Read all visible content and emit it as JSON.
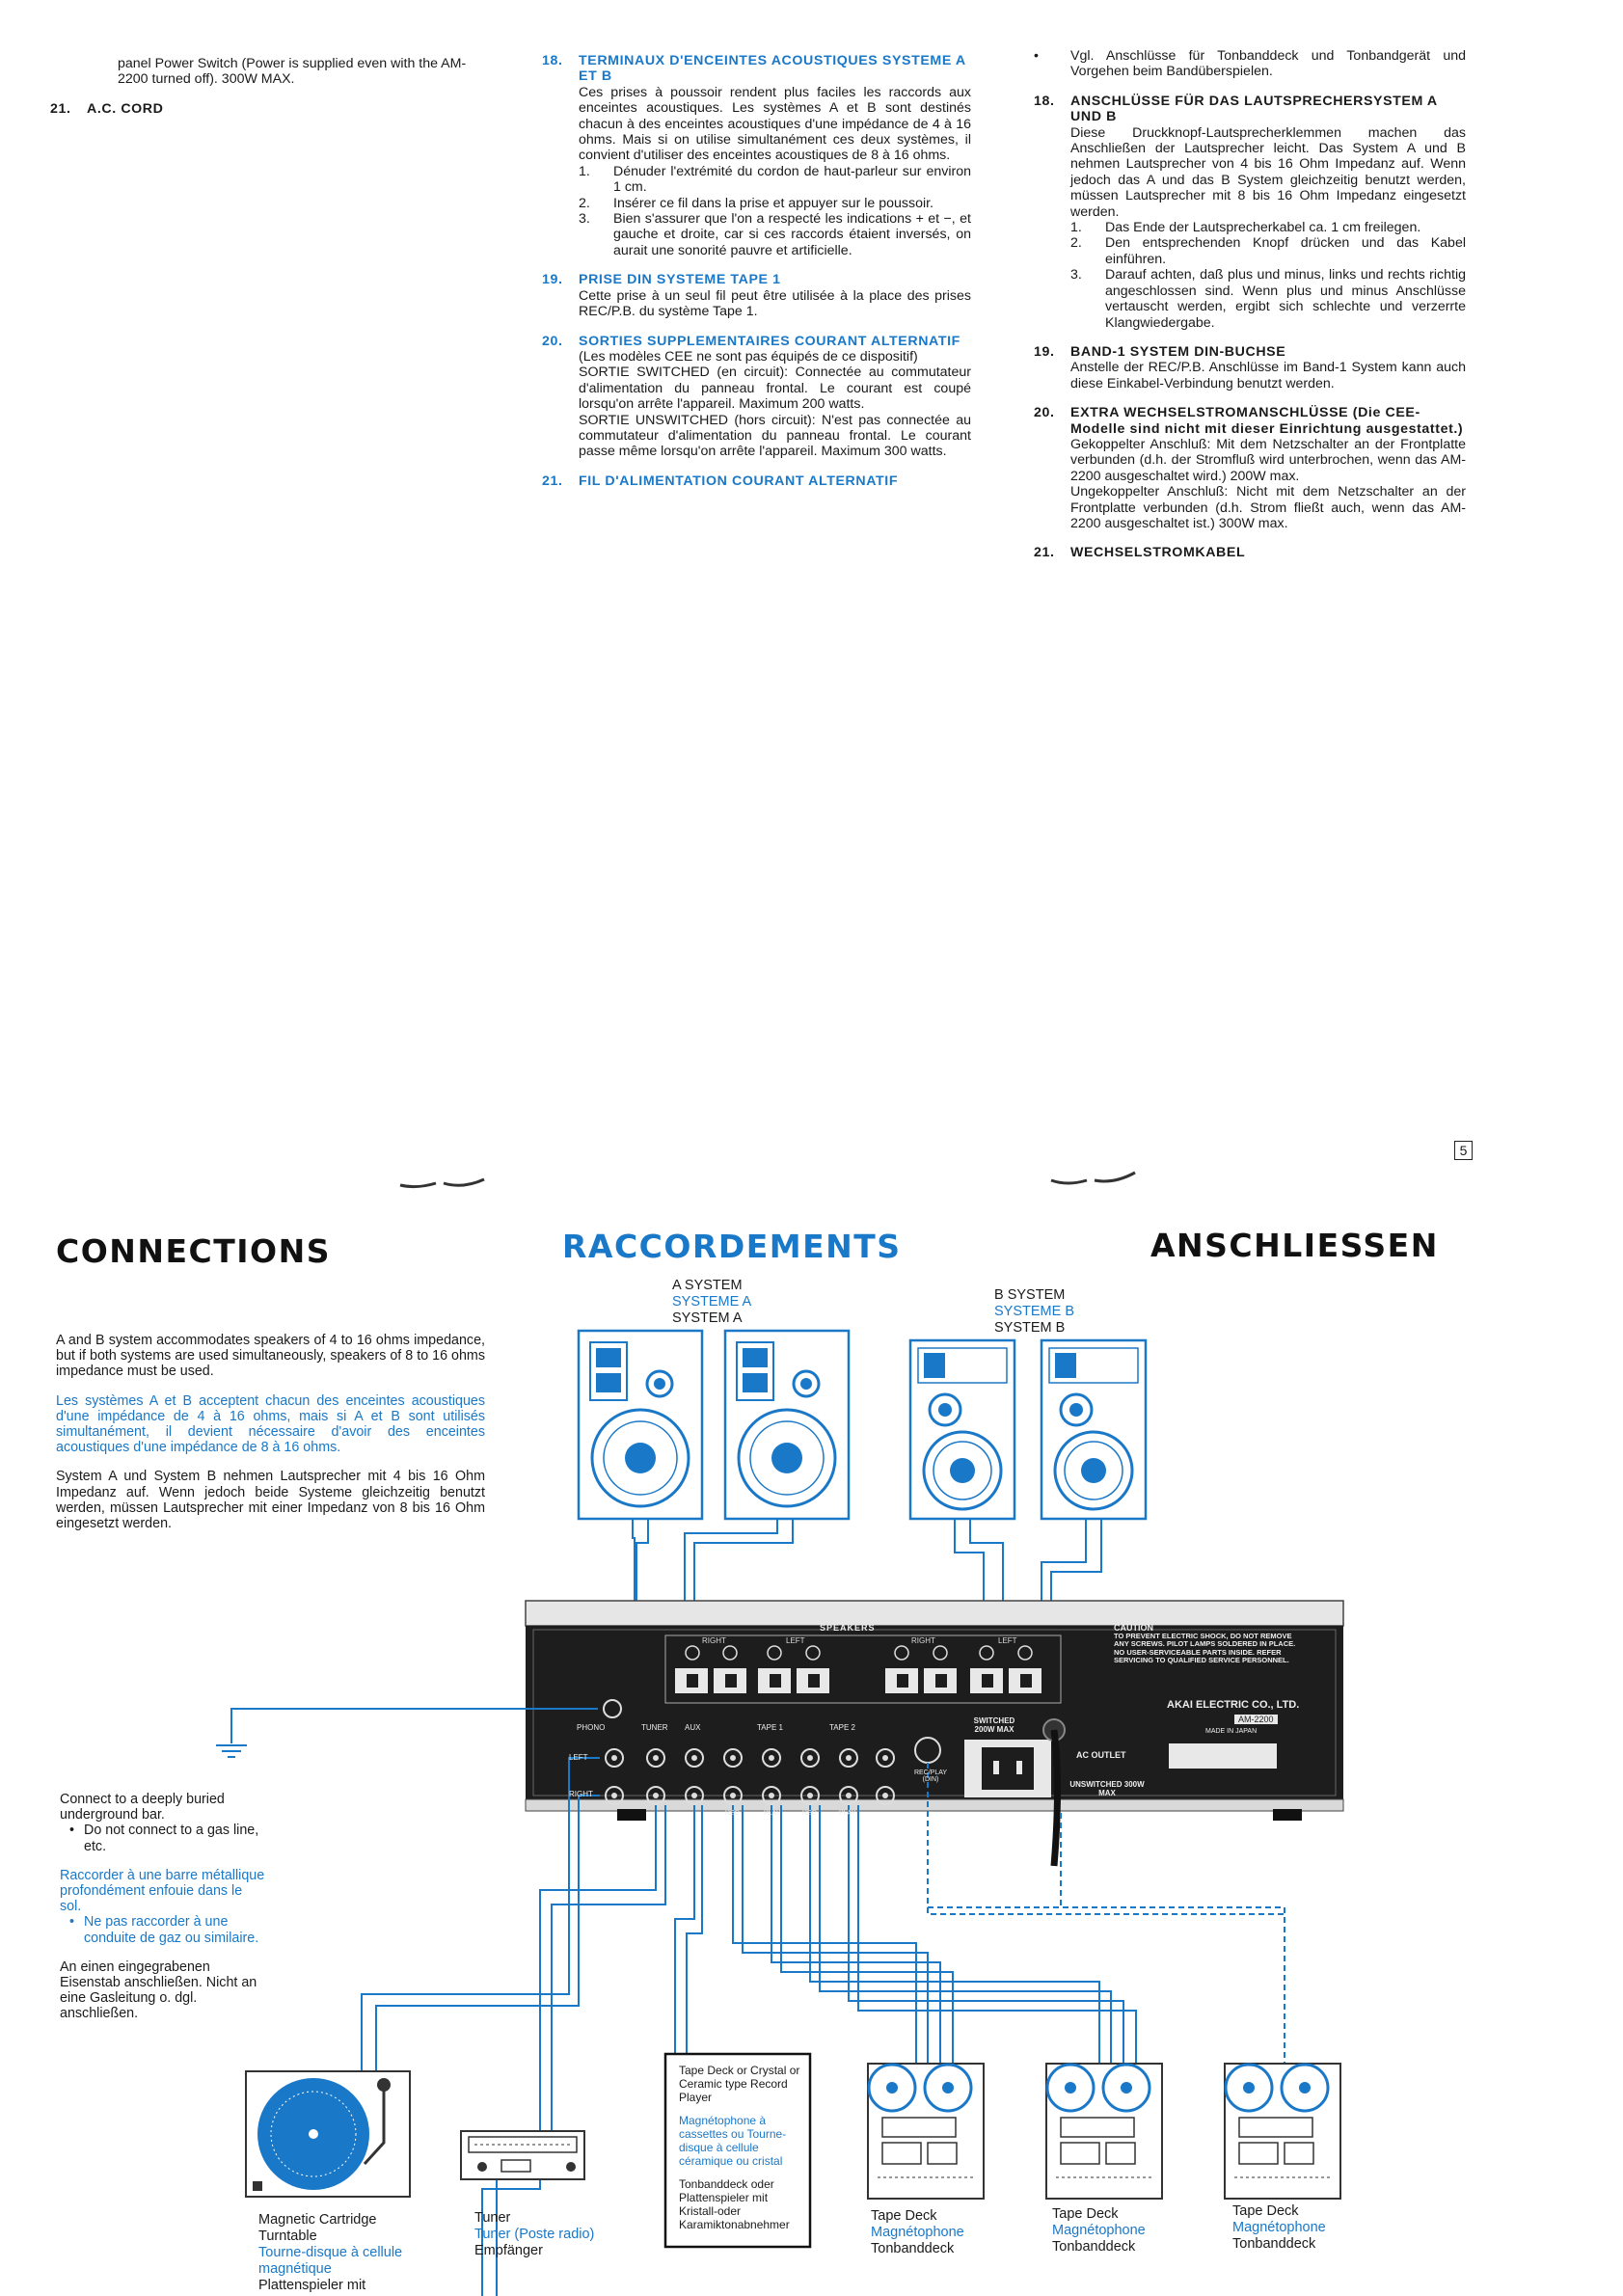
{
  "top": {
    "english": {
      "continuation": "panel Power Switch (Power is supplied even with the AM-2200 turned off). 300W MAX.",
      "item21": {
        "num": "21.",
        "title": "A.C. CORD"
      }
    },
    "french": [
      {
        "num": "18.",
        "title": "TERMINAUX D'ENCEINTES ACOUSTIQUES SYSTEME A ET B",
        "body": "Ces prises à poussoir rendent plus faciles les raccords aux enceintes acoustiques. Les systèmes A et B sont destinés chacun à des enceintes acoustiques d'une impédance de 4 à 16 ohms. Mais si on utilise simultanément ces deux systèmes, il convient d'utiliser des enceintes acoustiques de 8 à 16 ohms.",
        "items": [
          {
            "n": "1.",
            "t": "Dénuder l'extrémité du cordon de haut-parleur sur environ 1 cm."
          },
          {
            "n": "2.",
            "t": "Insérer ce fil dans la prise et appuyer sur le poussoir."
          },
          {
            "n": "3.",
            "t": "Bien s'assurer que l'on a respecté les indications + et −, et gauche et droite, car si ces raccords étaient inversés, on aurait une sonorité pauvre et artificielle."
          }
        ]
      },
      {
        "num": "19.",
        "title": "PRISE DIN SYSTEME TAPE 1",
        "body": "Cette prise à un seul fil peut être utilisée à la place des prises REC/P.B. du système Tape 1."
      },
      {
        "num": "20.",
        "title": "SORTIES SUPPLEMENTAIRES COURANT ALTERNATIF",
        "lines": [
          "(Les modèles CEE ne sont pas équipés de ce dispositif)",
          "SORTIE SWITCHED (en circuit): Connectée au commutateur d'alimentation du panneau frontal. Le courant est coupé lorsqu'on arrête l'appareil. Maximum 200 watts.",
          "SORTIE UNSWITCHED (hors circuit): N'est pas connectée au commutateur d'alimentation du panneau frontal. Le courant passe même lorsqu'on arrête l'appareil. Maximum 300 watts."
        ]
      },
      {
        "num": "21.",
        "title": "FIL D'ALIMENTATION COURANT ALTERNATIF"
      }
    ],
    "german": {
      "note": "Vgl. Anschlüsse für Tonbanddeck und Tonbandgerät und Vorgehen beim Bandüberspielen.",
      "sections": [
        {
          "num": "18.",
          "title": "ANSCHLÜSSE FÜR DAS LAUTSPRECHERSYSTEM A UND B",
          "body": "Diese Druckknopf-Lautsprecherklemmen machen das Anschließen der Lautsprecher leicht. Das System A und B nehmen Lautsprecher von 4 bis 16 Ohm Impedanz auf. Wenn jedoch das A und das B System gleichzeitig benutzt werden, müssen Lautsprecher mit 8 bis 16 Ohm Impedanz eingesetzt werden.",
          "items": [
            {
              "n": "1.",
              "t": "Das Ende der Lautsprecherkabel ca. 1 cm freilegen."
            },
            {
              "n": "2.",
              "t": "Den entsprechenden Knopf drücken und das Kabel einführen."
            },
            {
              "n": "3.",
              "t": "Darauf achten, daß plus und minus, links und rechts richtig angeschlossen sind. Wenn plus und minus Anschlüsse vertauscht werden, ergibt sich schlechte und verzerrte Klangwiedergabe."
            }
          ]
        },
        {
          "num": "19.",
          "title": "BAND-1 SYSTEM DIN-BUCHSE",
          "body": "Anstelle der REC/P.B. Anschlüsse im Band-1 System kann auch diese Einkabel-Verbindung benutzt werden."
        },
        {
          "num": "20.",
          "title": "EXTRA WECHSELSTROMANSCHLÜSSE (Die CEE-Modelle sind nicht mit dieser Einrichtung ausgestattet.)",
          "lines": [
            "Gekoppelter Anschluß: Mit dem Netzschalter an der Frontplatte verbunden (d.h. der Stromfluß wird unterbrochen, wenn das AM-2200 ausgeschaltet wird.) 200W max.",
            "Ungekoppelter Anschluß: Nicht mit dem Netzschalter an der Frontplatte verbunden (d.h. Strom fließt auch, wenn das AM-2200 ausgeschaltet ist.) 300W max."
          ]
        },
        {
          "num": "21.",
          "title": "WECHSELSTROMKABEL"
        }
      ]
    },
    "page_number": "5"
  },
  "bottom": {
    "titles": {
      "en": "CONNECTIONS",
      "fr": "RACCORDEMENTS",
      "de": "ANSCHLIESSEN"
    },
    "intro": {
      "en": "A and B system accommodates speakers of 4 to 16 ohms impedance, but if both systems are used simultaneously, speakers of 8 to 16 ohms impedance must be used.",
      "fr": "Les systèmes A et B acceptent chacun des enceintes acoustiques d'une impédance de 4 à 16 ohms, mais si A et B sont utilisés simultanément, il devient nécessaire d'avoir des enceintes acoustiques d'une impédance de 8 à 16 ohms.",
      "de": "System A und System B nehmen Lautsprecher mit 4 bis 16 Ohm Impedanz auf. Wenn jedoch beide Systeme gleichzeitig benutzt werden, müssen Lautsprecher mit einer Impedanz von 8 bis 16 Ohm eingesetzt werden."
    },
    "system_a": {
      "en": "A SYSTEM",
      "fr": "SYSTEME A",
      "de": "SYSTEM A"
    },
    "system_b": {
      "en": "B SYSTEM",
      "fr": "SYSTEME B",
      "de": "SYSTEM B"
    },
    "ground": {
      "en": "Connect to a deeply buried underground bar.",
      "en_note": "Do not connect to a gas line, etc.",
      "fr": "Raccorder à une barre métallique profondément enfouie dans le sol.",
      "fr_note": "Ne pas raccorder à une conduite de gaz ou similaire.",
      "de": "An einen eingegrabenen Eisenstab anschließen. Nicht an eine Gasleitung o. dgl. anschließen."
    },
    "amp": {
      "speakers_label": "SPEAKERS",
      "right": "RIGHT",
      "left": "LEFT",
      "caution_title": "CAUTION",
      "caution": "TO PREVENT ELECTRIC SHOCK, DO NOT REMOVE ANY SCREWS. PILOT LAMPS SOLDERED IN PLACE. NO USER-SERVICEABLE PARTS INSIDE. REFER SERVICING TO QUALIFIED SERVICE PERSONNEL.",
      "brand": "AKAI ELECTRIC CO., LTD.",
      "model": "AM-2200",
      "made_in": "MADE IN JAPAN",
      "inputs": [
        "PHONO",
        "TUNER",
        "AUX",
        "TAPE 1",
        "TAPE 2"
      ],
      "switched": "SWITCHED 200W MAX",
      "unswitched": "UNSWITCHED 300W MAX",
      "ac_outlet": "AC OUTLET",
      "rec_play": "REC/PLAY (DIN)",
      "rec": "REC",
      "play": "PLAY"
    },
    "devices": {
      "turntable": {
        "en": "Magnetic Cartridge Turntable",
        "fr": "Tourne-disque à cellule magnétique",
        "de": "Plattenspieler mit"
      },
      "tuner": {
        "en": "Tuner",
        "fr": "Tuner (Poste radio)",
        "de": "Empfänger"
      },
      "crystal": {
        "en": "Tape Deck or Crystal or Ceramic type Record Player",
        "fr": "Magnétophone à cassettes ou Tourne-disque à cellule céramique ou cristal",
        "de": "Tonbanddeck oder Plattenspieler mit Kristall-oder Karamiktonabnehmer"
      },
      "tape_deck": {
        "en": "Tape Deck",
        "fr": "Magnétophone",
        "de": "Tonbanddeck"
      }
    },
    "colors": {
      "accent": "#1a78c8",
      "ink": "#1a1a1a",
      "amp_panel": "#1d1d1d"
    }
  }
}
